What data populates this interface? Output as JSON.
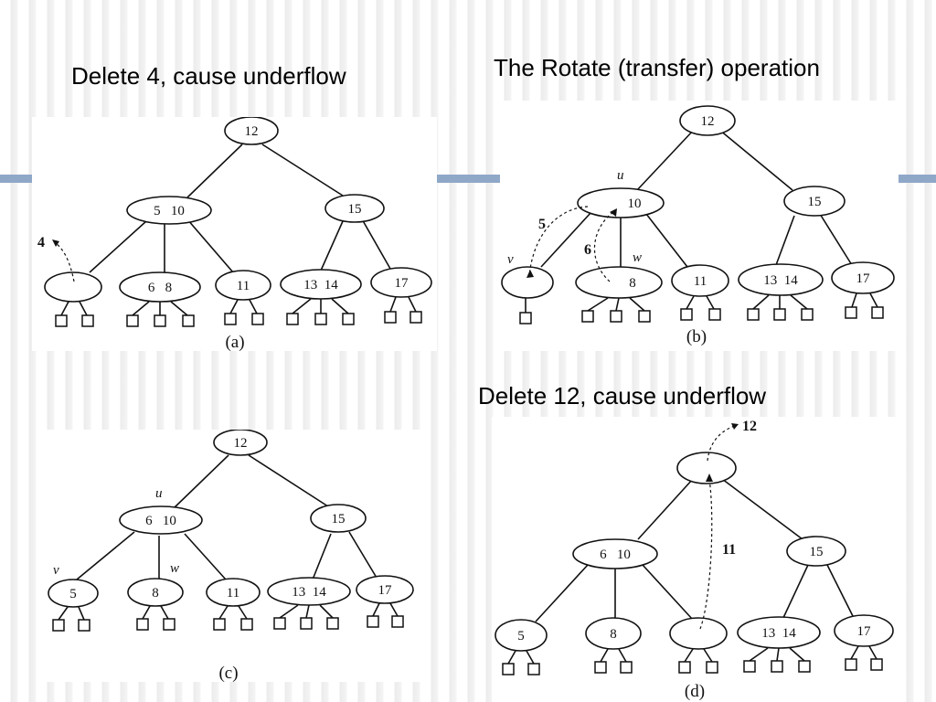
{
  "captions": {
    "top_left": "Delete 4, cause underflow",
    "top_right": "The Rotate (transfer) operation",
    "mid_right": "Delete 12, cause underflow"
  },
  "panels": {
    "a": {
      "label": "(a)",
      "nodes": {
        "root": "12",
        "left": "5   10",
        "right": "15",
        "l0": "",
        "l1": "6   8",
        "l2": "11",
        "r0": "13  14",
        "r1": "17"
      },
      "annotations": {
        "removed_key": "4"
      }
    },
    "b": {
      "label": "(b)",
      "nodes": {
        "root": "12",
        "left": "10",
        "right": "15",
        "l0": "",
        "l1": "8",
        "l2": "11",
        "r0": "13  14",
        "r1": "17"
      },
      "annotations": {
        "u": "u",
        "v": "v",
        "w": "w",
        "move_down": "5",
        "move_up": "6"
      }
    },
    "c": {
      "label": "(c)",
      "nodes": {
        "root": "12",
        "left": "6   10",
        "right": "15",
        "l0": "5",
        "l1": "8",
        "l2": "11",
        "r0": "13  14",
        "r1": "17"
      },
      "annotations": {
        "u": "u",
        "v": "v",
        "w": "w"
      }
    },
    "d": {
      "label": "(d)",
      "nodes": {
        "root": "",
        "left": "6   10",
        "right": "15",
        "l0": "5",
        "l1": "8",
        "l2": "",
        "r0": "13  14",
        "r1": "17"
      },
      "annotations": {
        "removed_key": "12",
        "move_up": "11"
      }
    }
  }
}
